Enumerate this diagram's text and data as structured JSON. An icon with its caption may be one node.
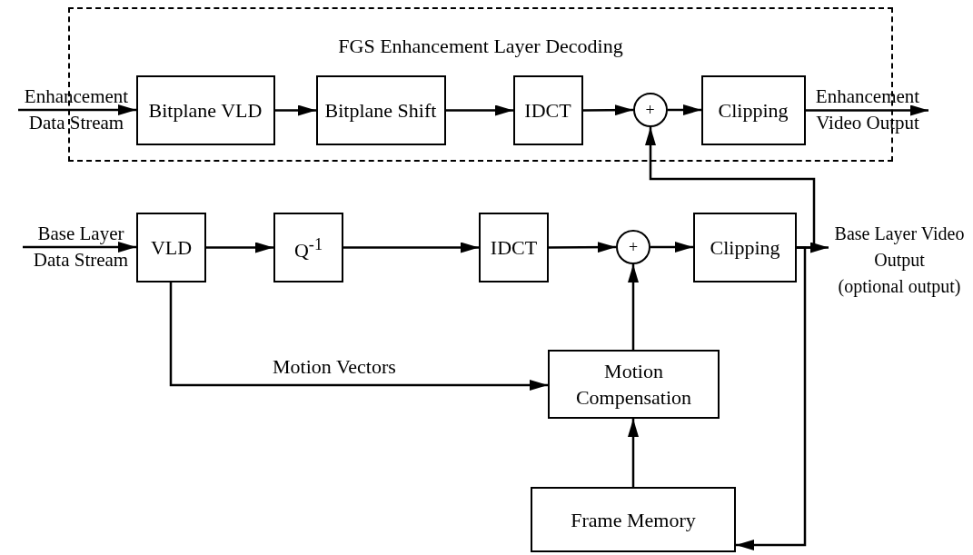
{
  "diagram": {
    "nodes": [
      {
        "text": [
          "FGS Enhancement Layer Decoding"
        ]
      },
      {
        "text": [
          "Bitplane VLD"
        ],
        "in": 0
      },
      {
        "text": [
          "Bitplane Shift"
        ],
        "in": 0
      },
      {
        "text": [
          "IDCT"
        ],
        "in": 0
      },
      {
        "text": [
          "+"
        ],
        "in": 0
      },
      {
        "text": [
          "Clipping"
        ],
        "in": 0
      },
      {
        "text": [
          "VLD"
        ]
      },
      {
        "text": [
          "Q$^{-1}$"
        ]
      },
      {
        "text": [
          "IDCT"
        ]
      },
      {
        "text": [
          "+"
        ]
      },
      {
        "text": [
          "Clipping"
        ]
      },
      {
        "text": [
          "Motion Compensation"
        ]
      },
      {
        "text": [
          "Frame Memory"
        ]
      },
      {
        "text": [
          "Enhancement Data Stream"
        ]
      },
      {
        "text": [
          "Enhancement Video Output"
        ]
      },
      {
        "text": [
          "Base Layer Data Stream"
        ]
      },
      {
        "text": [
          "Base Layer Video Output",
          "(optional output)"
        ]
      }
    ],
    "edges": [
      {
        "from": 13,
        "to": 1,
        "arrow": "to"
      },
      {
        "from": 1,
        "to": 2,
        "arrow": "to"
      },
      {
        "from": 2,
        "to": 3,
        "arrow": "to"
      },
      {
        "from": 3,
        "to": 4,
        "arrow": "to"
      },
      {
        "from": 4,
        "to": 5,
        "arrow": "to"
      },
      {
        "from": 5,
        "to": 14,
        "arrow": "to"
      },
      {
        "from": 15,
        "to": 6,
        "arrow": "to"
      },
      {
        "from": 6,
        "to": 7,
        "arrow": "to"
      },
      {
        "from": 7,
        "to": 8,
        "arrow": "to"
      },
      {
        "from": 8,
        "to": 9,
        "arrow": "to"
      },
      {
        "from": 9,
        "to": 10,
        "arrow": "to"
      },
      {
        "from": 10,
        "to": 16,
        "arrow": "to"
      },
      {
        "from": 10,
        "to": 4,
        "arrow": "to"
      },
      {
        "from": 10,
        "to": 12,
        "arrow": "to"
      },
      {
        "from": 6,
        "to": 11,
        "label": "Motion Vectors",
        "arrow": "to"
      },
      {
        "from": 11,
        "to": 9,
        "arrow": "to"
      },
      {
        "from": 12,
        "to": 11,
        "arrow": "to"
      }
    ]
  }
}
